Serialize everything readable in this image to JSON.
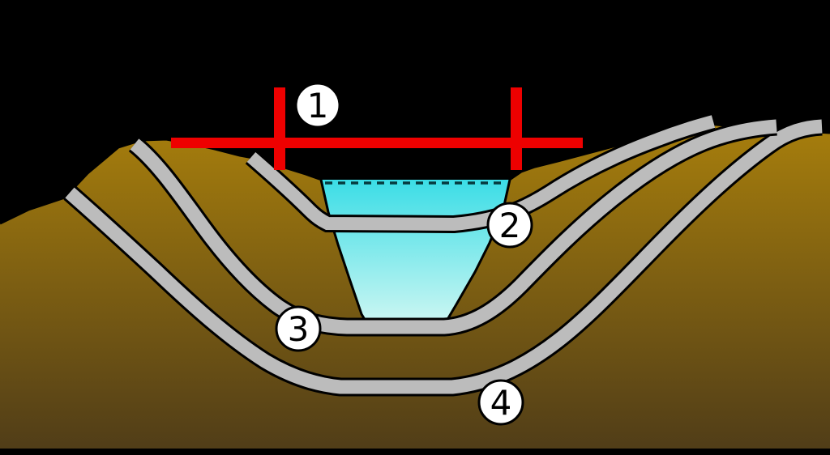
{
  "diagram": {
    "kind": "valley-cross-section",
    "labels": {
      "marker1": "1",
      "marker2": "2",
      "marker3": "3",
      "marker4": "4"
    },
    "colors": {
      "sky": "#000000",
      "terrain_top": "#A87F0C",
      "terrain_bottom": "#4F3C18",
      "terrain_outline": "#000000",
      "terrace_band": "#BCBCBC",
      "band_outline": "#000000",
      "water_top": "#3BDDE6",
      "water_bottom": "#D5F8F3",
      "water_dash": "#063A3E",
      "measure_red": "#EE0000",
      "marker_fill": "#FFFFFF",
      "marker_stroke": "#000000"
    }
  }
}
